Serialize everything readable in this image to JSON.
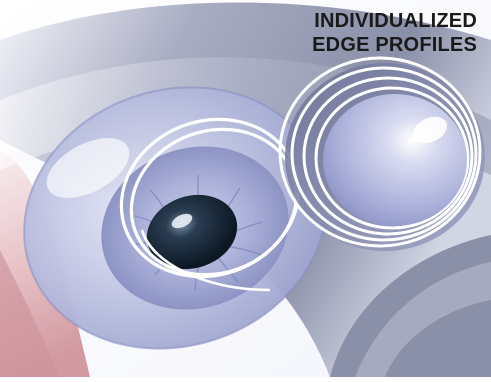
{
  "headline": {
    "line1": "INDIVIDUALIZED",
    "line2": "EDGE PROFILES"
  },
  "colors": {
    "background": "#ffffff",
    "headline_text": "#1a1a1a",
    "lens_blue": "#b9bfe0",
    "lens_rings": "#ffffff",
    "eye_sclera_gray": "#8f94aa",
    "skin_pink": "#d9a7ad",
    "pupil": "#0f1e2c"
  },
  "icons": {
    "main_graphic": "contact-lens-on-eye-illustration",
    "separate_lens": "contact-lens-rings-illustration"
  }
}
